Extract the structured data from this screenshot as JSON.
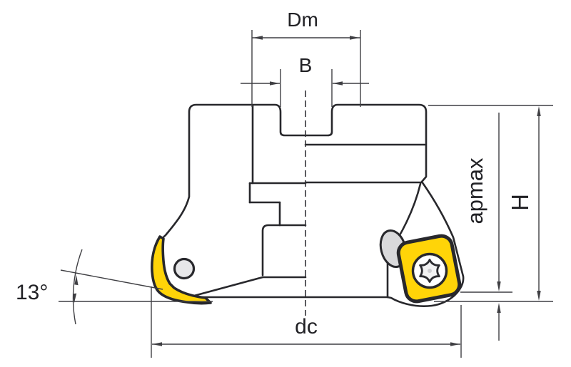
{
  "figure": {
    "type": "technical-drawing",
    "subject": "face-mill-cutter-cross-section",
    "labels": {
      "dm": "Dm",
      "b": "B",
      "apmax": "apmax",
      "h": "H",
      "dc": "dc",
      "angle": "13°"
    },
    "colors": {
      "insert_yellow": "#FFD408",
      "body_gray_light": "#F2F2F4",
      "body_gray_dark": "#E2E2E6",
      "outline": "#28282C",
      "dimension_line": "#3F3F43",
      "background": "#FFFFFF"
    }
  }
}
